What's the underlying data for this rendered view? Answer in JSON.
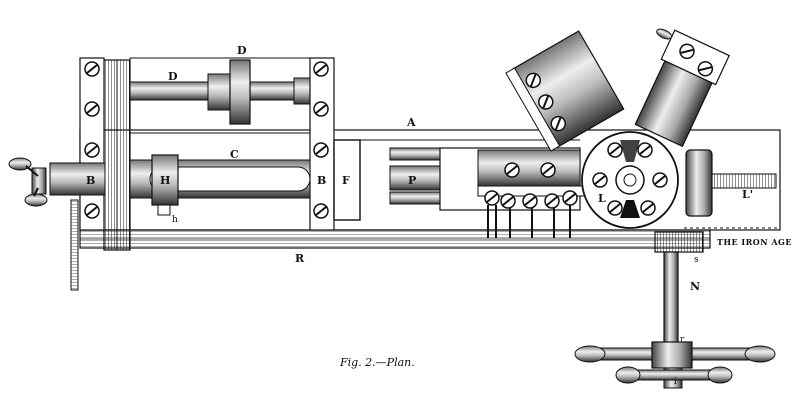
{
  "figure": {
    "caption": "Fig. 2.—Plan.",
    "credit": "THE IRON AGE",
    "labels": {
      "D_top": "D",
      "D_shaft": "D",
      "A": "A",
      "C": "C",
      "B_left": "B",
      "B_mid": "B",
      "H": "H",
      "h": "h",
      "F": "F",
      "P": "P",
      "L": "L",
      "L_prime": "L'",
      "R": "R",
      "N": "N",
      "r": "r",
      "i": "i",
      "s": "s"
    }
  }
}
